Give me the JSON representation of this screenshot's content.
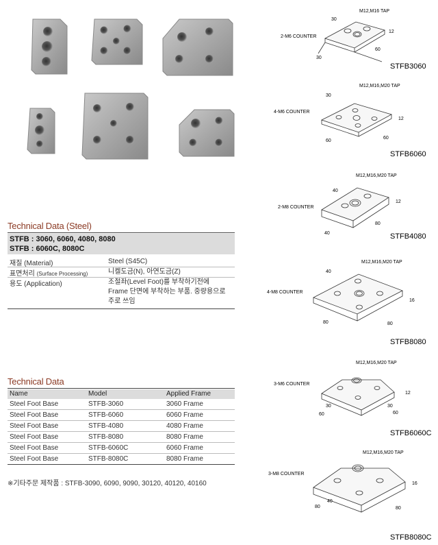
{
  "steel": {
    "title": "Technical Data (Steel)",
    "head_line1": "STFB : 3060, 6060, 4080, 8080",
    "head_line2": "STFB : 6060C, 8080C",
    "rows": [
      {
        "key": "재질 (Material)",
        "key_sub": "",
        "value": "Steel (S45C)"
      },
      {
        "key": "표면처리 ",
        "key_sub": "(Surface Processing)",
        "value": "니켈도금(N), 아연도금(Z)"
      },
      {
        "key": "용도 (Application)",
        "key_sub": "",
        "value_lines": [
          "조절좌(Level Foot)를 부착하기전에",
          "Frame 단면에 부착하는 부품. 중량용으로",
          "주로 쓰임"
        ]
      }
    ]
  },
  "tech": {
    "title": "Technical Data",
    "columns": [
      "Name",
      "Model",
      "Applied Frame"
    ],
    "rows": [
      [
        "Steel Foot Base",
        "STFB-3060",
        "3060 Frame"
      ],
      [
        "Steel Foot Base",
        "STFB-6060",
        "6060 Frame"
      ],
      [
        "Steel Foot Base",
        "STFB-4080",
        "4080 Frame"
      ],
      [
        "Steel Foot Base",
        "STFB-8080",
        "8080 Frame"
      ],
      [
        "Steel Foot Base",
        "STFB-6060C",
        "6060 Frame"
      ],
      [
        "Steel Foot Base",
        "STFB-8080C",
        "8080 Frame"
      ]
    ],
    "note": "※기타주문 제작품 : STFB-3090, 6090, 9090, 30120, 40120, 40160"
  },
  "drawings": [
    {
      "label": "STFB3060",
      "tap": "M12,M16 TAP",
      "counter": "2-M6 COUNTER",
      "dims": [
        "30",
        "30",
        "60",
        "12"
      ]
    },
    {
      "label": "STFB6060",
      "tap": "M12,M16,M20 TAP",
      "counter": "4-M6 COUNTER",
      "dims": [
        "30",
        "60",
        "60",
        "12"
      ]
    },
    {
      "label": "STFB4080",
      "tap": "M12,M16,M20 TAP",
      "counter": "2-M8 COUNTER",
      "dims": [
        "40",
        "40",
        "80",
        "12"
      ]
    },
    {
      "label": "STFB8080",
      "tap": "M12,M16,M20 TAP",
      "counter": "4-M8 COUNTER",
      "dims": [
        "40",
        "80",
        "80",
        "16"
      ]
    },
    {
      "label": "STFB6060C",
      "tap": "M12,M16,M20 TAP",
      "counter": "3-M6 COUNTER",
      "dims": [
        "30",
        "60",
        "30",
        "60",
        "12"
      ]
    },
    {
      "label": "STFB8080C",
      "tap": "M12,M16,M20 TAP",
      "counter": "3-M8 COUNTER",
      "dims": [
        "40",
        "80",
        "80",
        "16"
      ]
    }
  ]
}
